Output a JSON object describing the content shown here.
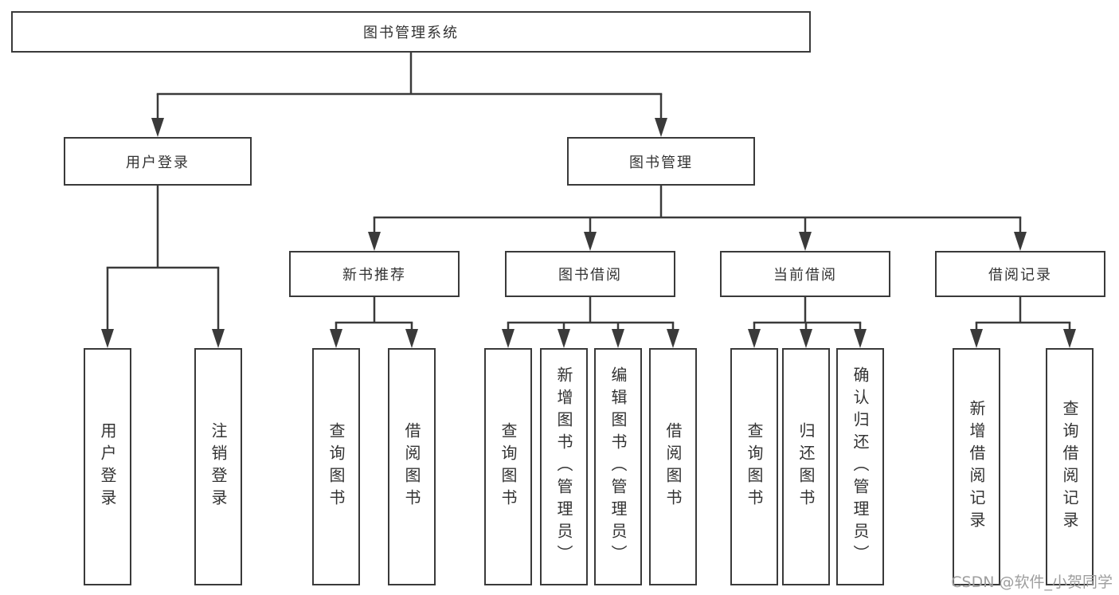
{
  "colors": {
    "background": "#ffffff",
    "line": "#3a3a3a",
    "box_border": "#3a3a3a",
    "text": "#333333",
    "watermark": "#9e9e9e"
  },
  "tree": {
    "root": {
      "label": "图书管理系统"
    },
    "branches": [
      {
        "label": "用户登录",
        "children": [
          {
            "label": "用户登录"
          },
          {
            "label": "注销登录"
          }
        ]
      },
      {
        "label": "图书管理",
        "children": [
          {
            "label": "新书推荐",
            "children": [
              {
                "label": "查询图书"
              },
              {
                "label": "借阅图书"
              }
            ]
          },
          {
            "label": "图书借阅",
            "children": [
              {
                "label": "查询图书"
              },
              {
                "label": "新增图书（管理员）"
              },
              {
                "label": "编辑图书（管理员）"
              },
              {
                "label": "借阅图书"
              }
            ]
          },
          {
            "label": "当前借阅",
            "children": [
              {
                "label": "查询图书"
              },
              {
                "label": "归还图书"
              },
              {
                "label": "确认归还（管理员）"
              }
            ]
          },
          {
            "label": "借阅记录",
            "children": [
              {
                "label": "新增借阅记录"
              },
              {
                "label": "查询借阅记录"
              }
            ]
          }
        ]
      }
    ]
  },
  "watermark": {
    "text": "CSDN @软件_小贺同学"
  }
}
